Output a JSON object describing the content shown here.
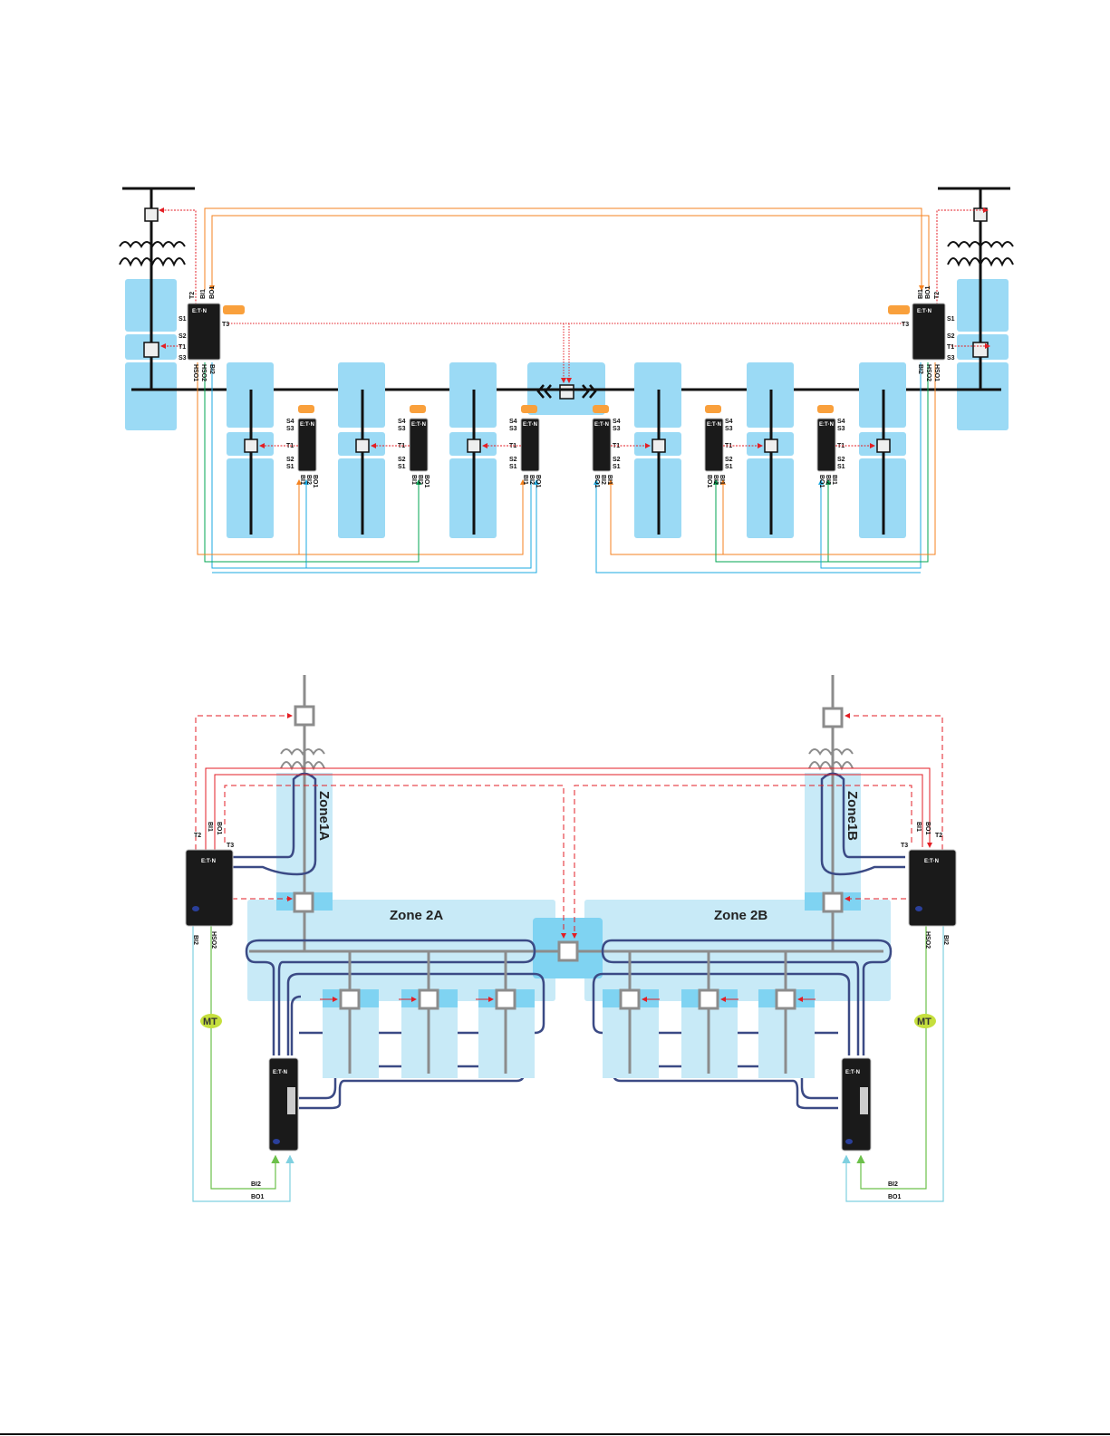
{
  "colors": {
    "zone_blue": "#9bdaf5",
    "zone_light": "#c8eaf7",
    "orange": "#f5821f",
    "green": "#00a651",
    "cyan": "#1ba9e1",
    "red": "#e31e24",
    "navy": "#3b4a85",
    "gray": "#8c8c8c",
    "badge": "#f9a03c",
    "mt": "#c5df3d"
  },
  "relay_brand": "E:T·N",
  "top": {
    "main_left": {
      "top_ports": [
        "T2",
        "BI1",
        "BO1"
      ],
      "side_ports": [
        "S1",
        "S2",
        "T1",
        "S3"
      ],
      "t3": "T3",
      "bottom_ports": [
        "HSO1",
        "HSO2",
        "BI2"
      ]
    },
    "main_right": {
      "top_ports": [
        "BI1",
        "BO1",
        "T2"
      ],
      "side_ports": [
        "S1",
        "S2",
        "T1",
        "S3"
      ],
      "t3": "T3",
      "bottom_ports": [
        "BI2",
        "HSO2",
        "HSO1"
      ]
    },
    "feeder": {
      "ports": [
        "S4",
        "S3",
        "T1",
        "S2",
        "S1"
      ],
      "bottom_ports": [
        "BI1",
        "BI2",
        "BO1"
      ]
    },
    "tie_feeder_left_bottom": [
      "BI1",
      "BI2",
      "BO1"
    ],
    "tie_feeder_right_bottom": [
      "BO1",
      "BI2",
      "BI1"
    ]
  },
  "bottom": {
    "zone1a": "Zone1A",
    "zone1b": "Zone1B",
    "zone2a": "Zone 2A",
    "zone2b": "Zone 2B",
    "mt": "MT",
    "left_main": {
      "t2": "T2",
      "bi1": "BI1",
      "bo1": "BO1",
      "t3": "T3",
      "hso2": "HSO2",
      "bi2": "BI2"
    },
    "right_main": {
      "t2": "T2",
      "bi1": "BI1",
      "bo1": "BO1",
      "t3": "T3",
      "hso2": "HSO2",
      "bi2": "BI2"
    },
    "left_feeder": {
      "bi2": "BI2",
      "bo1": "BO1"
    },
    "right_feeder": {
      "bi2": "BI2",
      "bo1": "BO1"
    }
  }
}
